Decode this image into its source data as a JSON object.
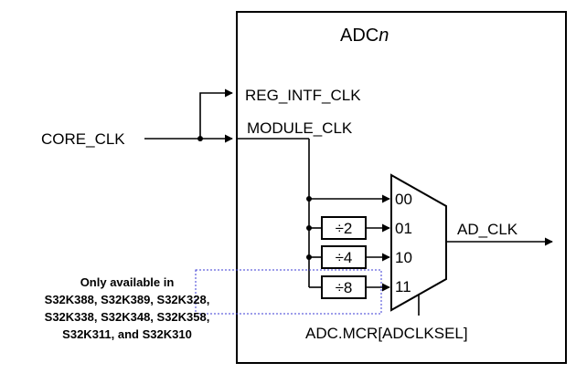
{
  "block_title": {
    "prefix": "ADC",
    "italic_suffix": "n"
  },
  "signals": {
    "core_clk": "CORE_CLK",
    "reg_intf_clk": "REG_INTF_CLK",
    "module_clk": "MODULE_CLK",
    "ad_clk": "AD_CLK",
    "select_reg": "ADC.MCR[ADCLKSEL]"
  },
  "dividers": [
    {
      "label": "÷2"
    },
    {
      "label": "÷4"
    },
    {
      "label": "÷8"
    }
  ],
  "mux_inputs": [
    "00",
    "01",
    "10",
    "11"
  ],
  "note_lines": [
    "Only available in",
    "S32K388, S32K389, S32K328,",
    "S32K338, S32K348, S32K358,",
    "S32K311, and S32K310"
  ]
}
